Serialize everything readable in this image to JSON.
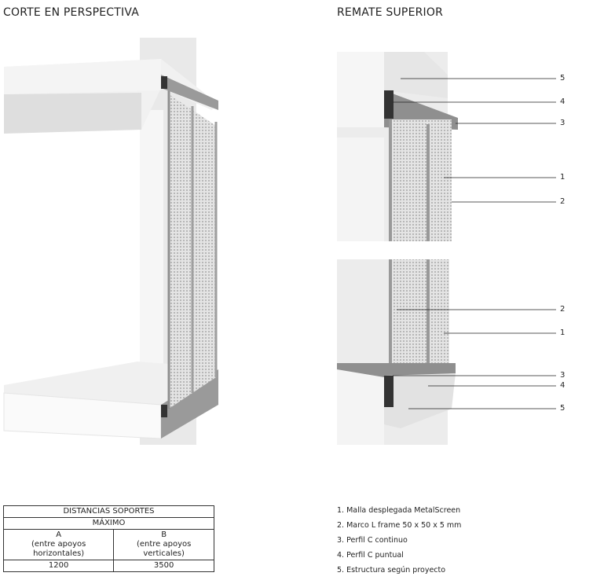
{
  "titles": {
    "left": "CORTE EN PERSPECTIVA",
    "right": "REMATE SUPERIOR"
  },
  "callouts_top": [
    "5",
    "4",
    "3",
    "1",
    "2"
  ],
  "callouts_bottom": [
    "2",
    "1",
    "3",
    "4",
    "5"
  ],
  "table": {
    "header": "DISTANCIAS SOPORTES",
    "subheader": "MÁXIMO",
    "col_a_label": "A",
    "col_a_desc": "(entre apoyos horizontales)",
    "col_b_label": "B",
    "col_b_desc": "(entre apoyos verticales)",
    "value_a": "1200",
    "value_b": "3500"
  },
  "legend": [
    "1. Malla desplegada MetalScreen",
    "2. Marco L frame 50 x 50 x 5 mm",
    "3. Perfil C continuo",
    "4. Perfil C puntual",
    "5. Estructura según proyecto"
  ]
}
